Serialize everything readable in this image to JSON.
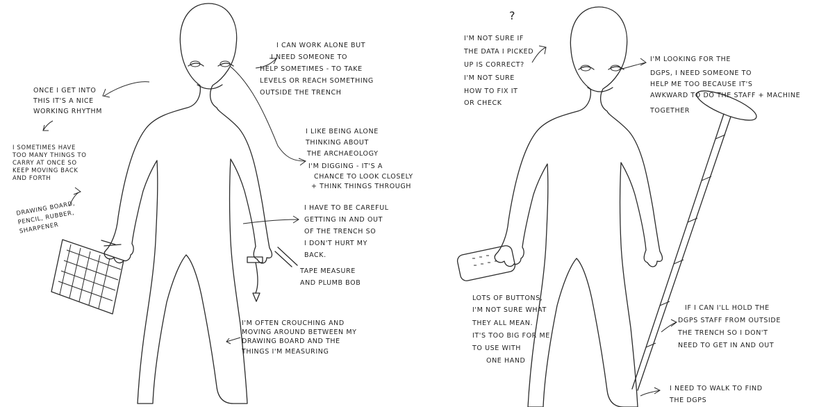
{
  "left_panel": {
    "notes": [
      [
        "ONCE I GET INTO",
        "THIS IT'S A NICE",
        "WORKING RHYTHM"
      ],
      [
        "I SOMETIMES HAVE",
        "TOO MANY THINGS TO",
        "CARRY AT ONCE SO",
        "KEEP MOVING BACK",
        "AND FORTH"
      ],
      [
        "DRAWING BOARD,",
        "PENCIL, RUBBER,",
        "SHARPENER"
      ],
      [
        "I CAN WORK ALONE BUT",
        "I NEED SOMEONE TO",
        "HELP SOMETIMES - TO TAKE",
        "LEVELS OR REACH SOMETHING",
        "OUTSIDE THE TRENCH"
      ],
      [
        "I LIKE BEING ALONE",
        "THINKING ABOUT",
        "THE ARCHAEOLOGY",
        "I'M DIGGING - IT'S A",
        "CHANCE TO LOOK CLOSELY",
        "+ THINK THINGS THROUGH"
      ],
      [
        "I HAVE TO BE CAREFUL",
        "GETTING IN AND OUT",
        "OF THE TRENCH SO",
        "I DON'T HURT MY",
        "BACK."
      ],
      [
        "TAPE MEASURE",
        "AND PLUMB BOB"
      ],
      [
        "I'M OFTEN CROUCHING AND",
        "MOVING AROUND BETWEEN MY",
        "DRAWING BOARD AND THE",
        "THINGS I'M MEASURING"
      ]
    ]
  },
  "right_panel": {
    "question_mark": "?",
    "notes": [
      [
        "I'M NOT SURE IF",
        "THE DATA I PICKED",
        "UP IS CORRECT?",
        "I'M NOT SURE",
        "HOW TO FIX IT",
        "OR CHECK"
      ],
      [
        "I'M LOOKING FOR THE",
        "DGPS, I NEED SOMEONE TO",
        "HELP ME TOO BECAUSE IT'S",
        "AWKWARD TO DO THE STAFF + MACHINE",
        "TOGETHER"
      ],
      [
        "LOTS OF BUTTONS,",
        "I'M NOT SURE WHAT",
        "THEY ALL MEAN.",
        "IT'S TOO BIG FOR ME",
        "TO USE WITH",
        "ONE HAND"
      ],
      [
        "IF I CAN I'LL HOLD THE",
        "DGPS STAFF FROM OUTSIDE",
        "THE TRENCH SO I DON'T",
        "NEED TO GET IN AND OUT"
      ],
      [
        "I NEED TO WALK TO FIND",
        "THE DGPS"
      ]
    ]
  }
}
